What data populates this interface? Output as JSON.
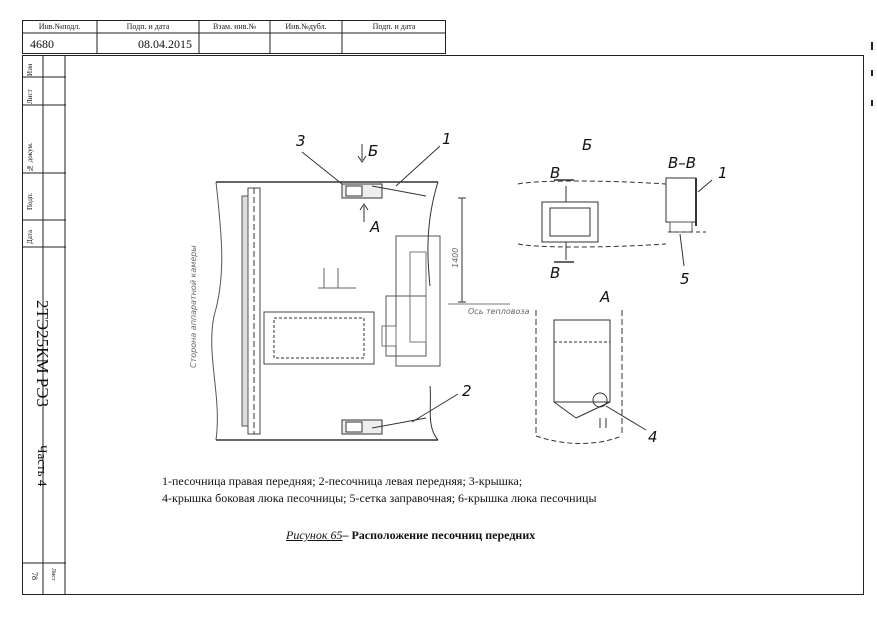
{
  "header": {
    "col_labels": [
      "Инв.№подл.",
      "Подп. и дата",
      "Взам. инв.№",
      "Инв.№дубл.",
      "Подп. и дата"
    ],
    "inv_number": "4680",
    "date": "08.04.2015"
  },
  "side_table": {
    "labels": [
      "Изм",
      "Лист",
      "№ докум.",
      "Подп.",
      "Дата"
    ]
  },
  "document_code": "2ТЭ25КМ  РЭ3",
  "part": "Часть 4",
  "sheet": {
    "label": "Лист",
    "number": "78"
  },
  "drawing": {
    "callouts": {
      "n1": "1",
      "n2": "2",
      "n3": "3",
      "n4": "4",
      "n5": "5",
      "view_b_arrow": "Б",
      "view_a_arrow": "А",
      "view_b_title": "Б",
      "section_label_top": "В",
      "section_label_bottom": "В",
      "section_title": "В–В",
      "view_a_title": "А",
      "dimension": "1400",
      "axis_label": "Ось тепловоза",
      "side_text": "Сторона аппаратной камеры"
    }
  },
  "caption": {
    "line1": "1-песочница правая передняя; 2-песочница левая передняя; 3-крышка;",
    "line2": "4-крышка боковая люка песочницы;  5-сетка заправочная; 6-крышка люка песочницы",
    "figure_ref": "Рисунок 65",
    "figure_title": "– Расположение песочниц передних"
  }
}
